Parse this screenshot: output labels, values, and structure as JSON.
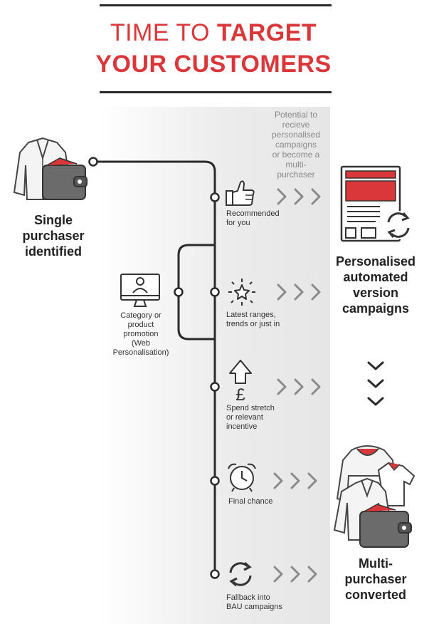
{
  "header": {
    "title_light": "TIME TO",
    "title_bold": "TARGET",
    "title_line2": "YOUR CUSTOMERS"
  },
  "left": {
    "label": [
      "Single",
      "purchaser",
      "identified"
    ]
  },
  "web": {
    "label": [
      "Category or",
      "product",
      "promotion",
      "(Web",
      "Personalisation)"
    ]
  },
  "potential": {
    "text": [
      "Potential to",
      "recieve",
      "personalised",
      "campaigns",
      "or become a",
      "multi-",
      "purchaser"
    ]
  },
  "steps": [
    {
      "icon": "thumbs-up-icon",
      "label": [
        "Recommended",
        "for you"
      ]
    },
    {
      "icon": "sparkle-star-icon",
      "label": [
        "Latest ranges,",
        "trends or just in"
      ]
    },
    {
      "icon": "pound-arrow-icon",
      "label": [
        "Spend stretch",
        "or relevant",
        "incentive"
      ]
    },
    {
      "icon": "alarm-clock-icon",
      "label": [
        "Final chance"
      ]
    },
    {
      "icon": "refresh-icon",
      "label": [
        "Fallback into",
        "BAU campaigns"
      ]
    }
  ],
  "right": {
    "top_label": [
      "Personalised",
      "automated",
      "version",
      "campaigns"
    ],
    "bottom_label": [
      "Multi-",
      "purchaser",
      "converted"
    ]
  },
  "colors": {
    "accent": "#d9373a",
    "dark": "#2a2a2a",
    "mid": "#6b6b6b",
    "chevron": "#8a8a8a"
  }
}
